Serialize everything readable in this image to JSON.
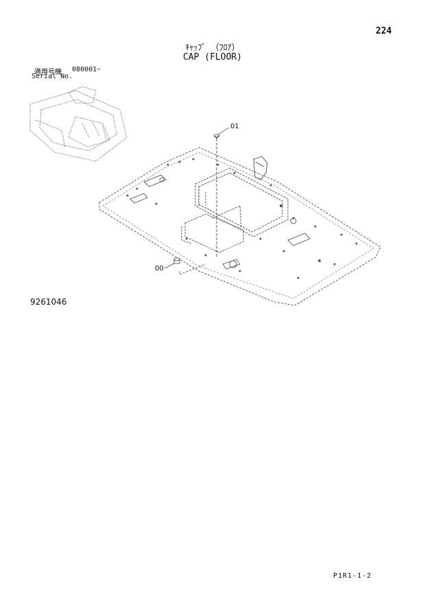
{
  "page_number": "224",
  "title_jp": "ｷｬｯﾌﾟ （ﾌﾛｱ）",
  "title_en": "CAP (FLOOR)",
  "serial": {
    "label_jp": "適用号機",
    "value": "080001~",
    "label_en": "Serial No."
  },
  "callouts": {
    "part_01": "01",
    "part_00": "00"
  },
  "figure_number": "9261046",
  "document_code": "P1R1-1-2"
}
